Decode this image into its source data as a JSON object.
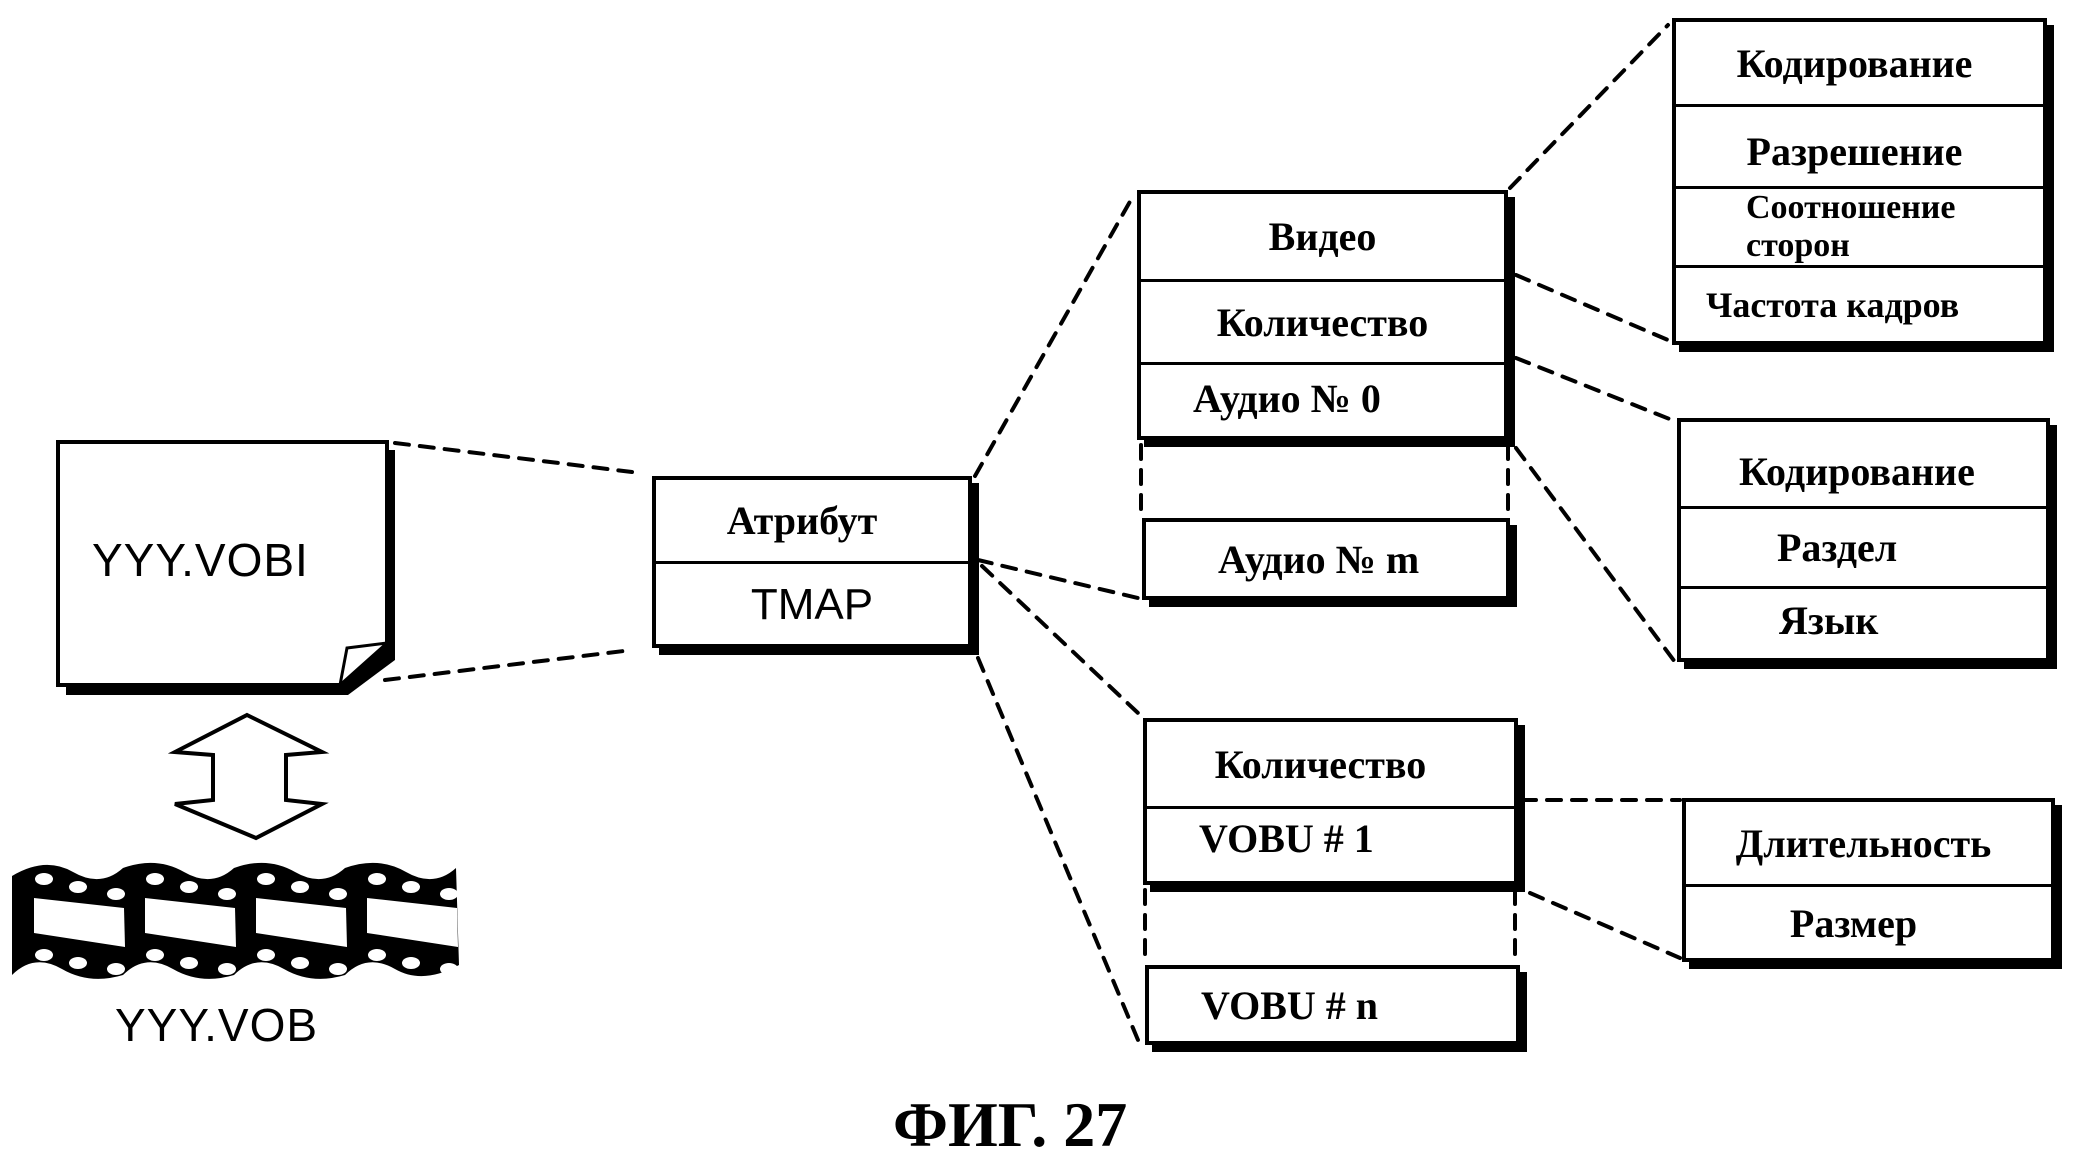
{
  "figure": {
    "caption": "ФИГ. 27"
  },
  "file_icons": {
    "info_file_label": "YYY.VOBI",
    "video_file_label": "YYY.VOB",
    "document_icon": "document-icon",
    "film_icon": "film-strip-icon",
    "arrow_icon": "double-arrow-icon"
  },
  "vobi_box": {
    "rows": [
      "Атрибут",
      "TMAP"
    ]
  },
  "attribute_box": {
    "rows": [
      "Видео",
      "Количество",
      "Аудио № 0"
    ]
  },
  "audio_m_box": {
    "rows": [
      "Аудио № m"
    ]
  },
  "tmap_box": {
    "rows": [
      "Количество",
      "VOBU # 1"
    ]
  },
  "vobu_n_box": {
    "rows": [
      "VOBU # n"
    ]
  },
  "video_attr_box": {
    "rows": [
      "Кодирование",
      "Разрешение",
      "Соотношение\nсторон",
      "Частота кадров"
    ],
    "aspect_line1": "Соотношение",
    "aspect_line2": "сторон"
  },
  "audio_attr_box": {
    "rows": [
      "Кодирование",
      "Раздел",
      "Язык"
    ]
  },
  "vobu_attr_box": {
    "rows": [
      "Длительность",
      "Размер"
    ]
  }
}
